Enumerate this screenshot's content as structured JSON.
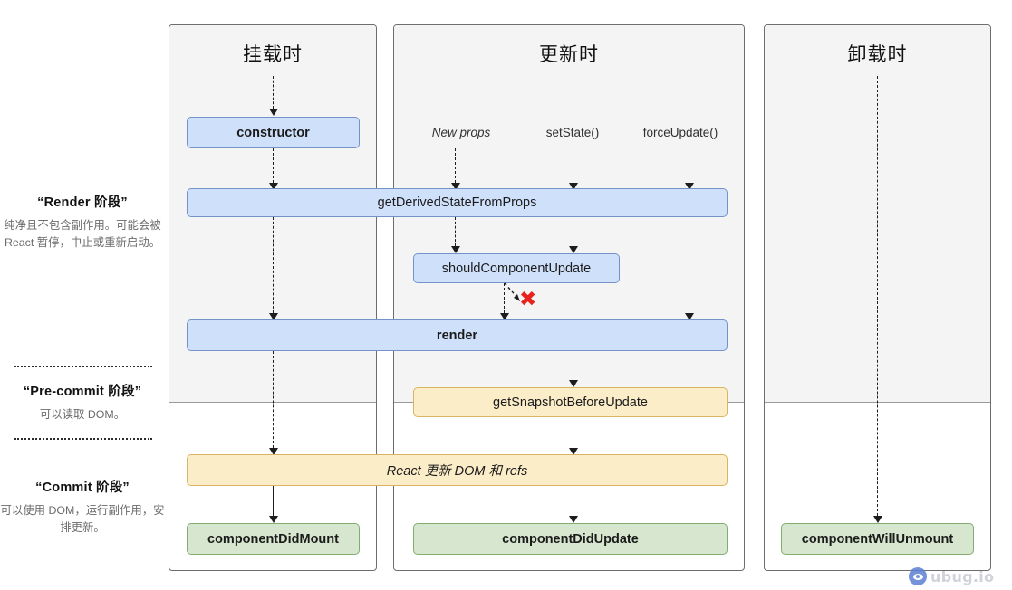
{
  "diagram": {
    "title": "React Lifecycle Methods Diagram",
    "columns": [
      {
        "id": "mounting",
        "title": "挂载时"
      },
      {
        "id": "updating",
        "title": "更新时"
      },
      {
        "id": "unmounting",
        "title": "卸载时"
      }
    ],
    "phases": [
      {
        "id": "render",
        "title": "“Render 阶段”",
        "desc": "纯净且不包含副作用。可能会被 React 暂停，中止或重新启动。"
      },
      {
        "id": "pre-commit",
        "title": "“Pre-commit 阶段”",
        "desc": "可以读取 DOM。"
      },
      {
        "id": "commit",
        "title": "“Commit 阶段”",
        "desc": "可以使用 DOM，运行副作用，安排更新。"
      }
    ],
    "triggers": [
      {
        "id": "new-props",
        "label": "New props",
        "style": "italic"
      },
      {
        "id": "set-state",
        "label": "setState()",
        "style": "normal"
      },
      {
        "id": "force-update",
        "label": "forceUpdate()",
        "style": "normal"
      }
    ],
    "nodes": [
      {
        "id": "constructor",
        "label": "constructor",
        "color": "blue",
        "weight": "bold",
        "column": "mounting"
      },
      {
        "id": "get-derived-state",
        "label": "getDerivedStateFromProps",
        "color": "blue",
        "weight": "normal",
        "column": "mounting+updating"
      },
      {
        "id": "should-component-update",
        "label": "shouldComponentUpdate",
        "color": "blue",
        "weight": "normal",
        "column": "updating"
      },
      {
        "id": "render",
        "label": "render",
        "color": "blue",
        "weight": "bold",
        "column": "mounting+updating"
      },
      {
        "id": "get-snapshot",
        "label": "getSnapshotBeforeUpdate",
        "color": "yellow",
        "weight": "normal",
        "column": "updating"
      },
      {
        "id": "react-updates-dom",
        "label": "React 更新 DOM 和 refs",
        "color": "yellow",
        "weight": "italic",
        "column": "mounting+updating"
      },
      {
        "id": "component-did-mount",
        "label": "componentDidMount",
        "color": "green",
        "weight": "bold",
        "column": "mounting"
      },
      {
        "id": "component-did-update",
        "label": "componentDidUpdate",
        "color": "green",
        "weight": "bold",
        "column": "updating"
      },
      {
        "id": "component-will-unmount",
        "label": "componentWillUnmount",
        "color": "green",
        "weight": "bold",
        "column": "unmounting"
      }
    ],
    "annotations": [
      {
        "id": "skip-render-x",
        "glyph": "✖",
        "color": "#e8231c",
        "meaning": "shouldComponentUpdate returns false — skip render"
      }
    ],
    "colors": {
      "blue_fill": "#cfe0fb",
      "blue_border": "#7392c8",
      "yellow_fill": "#fcedc9",
      "yellow_border": "#d9b461",
      "green_fill": "#d7e6cf",
      "green_border": "#84ab72",
      "panel_grey": "#f4f4f4",
      "panel_border": "#6d6d6d",
      "red_x": "#e8231c"
    }
  },
  "watermark": {
    "text": "ubug.io",
    "icon": "eye-icon"
  }
}
